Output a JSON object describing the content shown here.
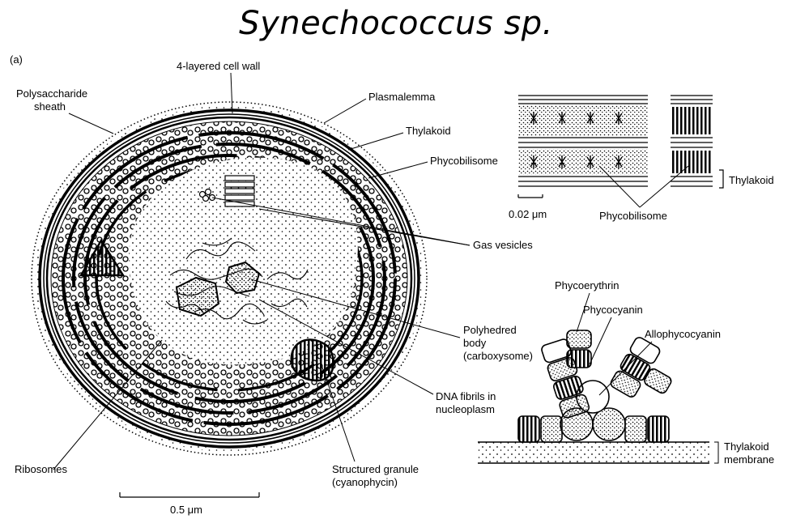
{
  "title": "Synechococcus sp.",
  "panel_label": "(a)",
  "labels": {
    "cell_wall": "4-layered cell wall",
    "sheath_1": "Polysaccharide",
    "sheath_2": "sheath",
    "plasmalemma": "Plasmalemma",
    "thylakoid": "Thylakoid",
    "phycobilisome": "Phycobilisome",
    "gas_vesicles": "Gas vesicles",
    "polyhedred_1": "Polyhedred",
    "polyhedred_2": "body",
    "polyhedred_3": "(carboxysome)",
    "dna_1": "DNA fibrils in",
    "dna_2": "nucleoplasm",
    "ribosomes": "Ribosomes",
    "granule_1": "Structured granule",
    "granule_2": "(cyanophycin)",
    "scale_main": "0.5 μm",
    "scale_inset": "0.02 μm",
    "inset_thylakoid": "Thylakoid",
    "inset_phycobilisome": "Phycobilisome",
    "phycoerythrin": "Phycoerythrin",
    "phycocyanin": "Phycocyanin",
    "allophycocyanin": "Allophycocyanin",
    "thylakoid_membrane_1": "Thylakoid",
    "thylakoid_membrane_2": "membrane"
  }
}
